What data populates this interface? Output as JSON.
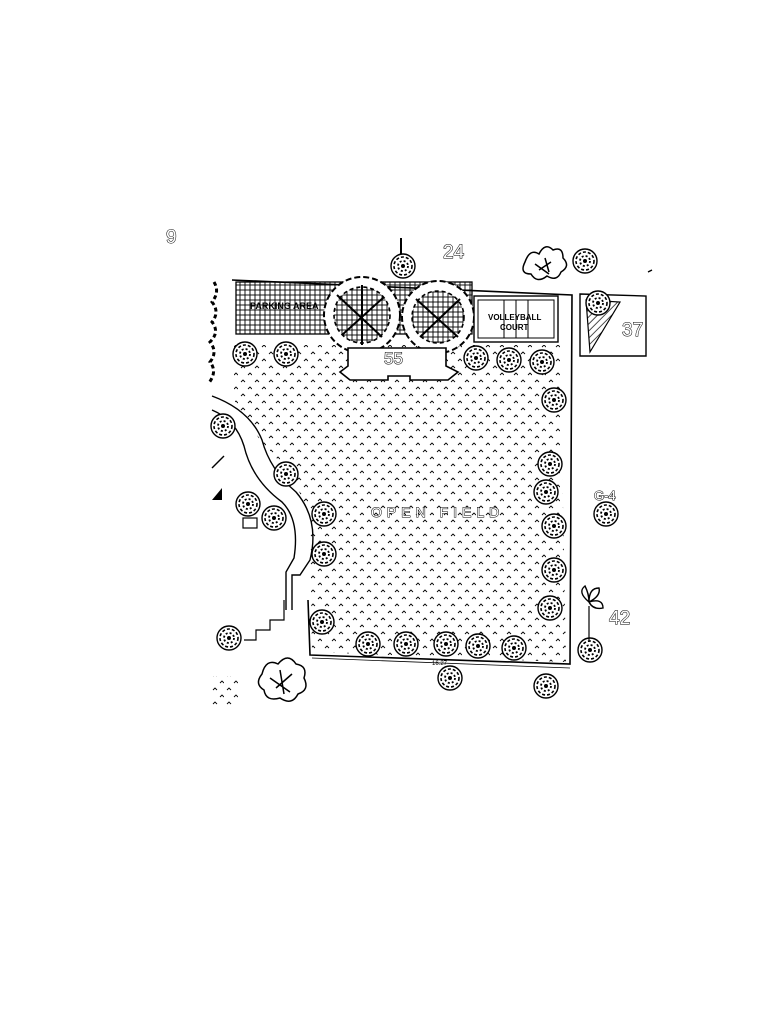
{
  "labels": {
    "bldg_9": "9",
    "bldg_24": "24",
    "bldg_55": "55",
    "bldg_37": "37",
    "bldg_42": "42",
    "bldg_g4": "G-4",
    "parking": "PARKING AREA",
    "volleyball_line1": "VOLLEYBALL",
    "volleyball_line2": "COURT",
    "open_field": "OPEN FIELD",
    "dimension": "16.27"
  },
  "colors": {
    "ink": "#000000",
    "paper": "#ffffff"
  },
  "icons": [
    "tree-icon",
    "bush-icon"
  ]
}
